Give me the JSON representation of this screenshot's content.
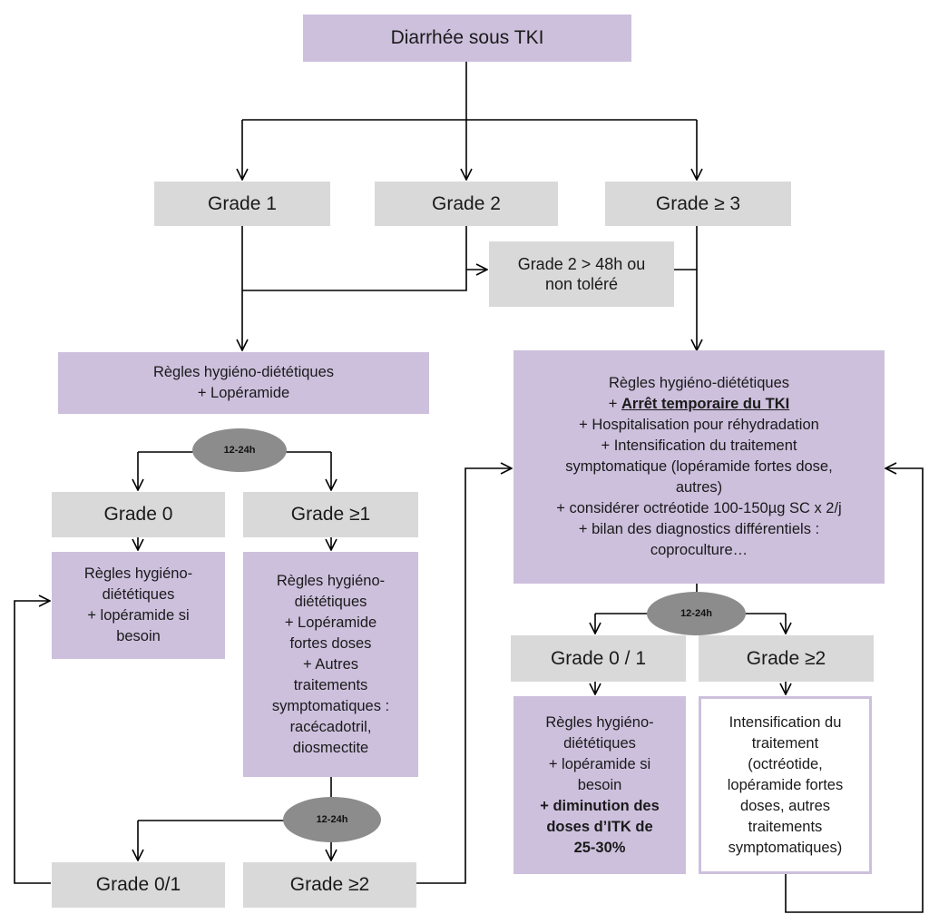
{
  "top": {
    "label": "Diarrhée sous TKI"
  },
  "grade1": {
    "label": "Grade 1"
  },
  "grade2": {
    "label": "Grade 2"
  },
  "grade3": {
    "label": "Grade ≥ 3"
  },
  "grade2_48h": {
    "line1": "Grade 2 > 48h ou",
    "line2": "non toléré"
  },
  "left_treatment": {
    "line1": "Règles hygiéno-diététiques",
    "line2": "+ Lopéramide"
  },
  "right_treatment": {
    "line1": "Règles hygiéno-diététiques",
    "line2_prefix": "+ ",
    "line2_strong": "Arrêt temporaire du TKI",
    "line3": "+ Hospitalisation pour réhydradation",
    "line4": "+ Intensification du traitement",
    "line5": "symptomatique (lopéramide fortes dose,",
    "line6": "autres)",
    "line7": "+ considérer octréotide 100-150µg SC x 2/j",
    "line8": "+ bilan des diagnostics différentiels :",
    "line9": "coproculture…"
  },
  "ovals": {
    "left_top": "12-24h",
    "right": "12-24h",
    "left_bottom": "12-24h"
  },
  "left_grade0": {
    "label": "Grade 0"
  },
  "left_grade_ge1": {
    "label": "Grade ≥1"
  },
  "left_grade0_treatment": {
    "line1": "Règles hygiéno-",
    "line2": "diététiques",
    "line3": "+ lopéramide si",
    "line4": "besoin"
  },
  "left_ge1_treatment": {
    "line1": "Règles hygiéno-",
    "line2": "diététiques",
    "line3": "+ Lopéramide",
    "line4": "fortes doses",
    "line5": "+ Autres",
    "line6": "traitements",
    "line7": "symptomatiques :",
    "line8": "racécadotril,",
    "line9": "diosmectite"
  },
  "left_grade01": {
    "label": "Grade 0/1"
  },
  "left_grade_ge2": {
    "label": "Grade ≥2"
  },
  "right_grade01": {
    "label": "Grade 0 / 1"
  },
  "right_grade_ge2": {
    "label": "Grade ≥2"
  },
  "right_grade01_treatment": {
    "line1": "Règles hygiéno-",
    "line2": "diététiques",
    "line3": "+ lopéramide si",
    "line4": "besoin",
    "line5": "+ diminution des",
    "line6": "doses d’ITK de",
    "line7": "25-30%"
  },
  "right_ge2_treatment": {
    "line1": "Intensification du",
    "line2": "traitement",
    "line3": "(octréotide,",
    "line4": "lopéramide fortes",
    "line5": "doses, autres",
    "line6": "traitements",
    "line7": "symptomatiques)"
  },
  "colors": {
    "purple": "#cdc0dd",
    "grey": "#d9d9d9",
    "oval": "#8c8c8c",
    "line": "#000000"
  }
}
